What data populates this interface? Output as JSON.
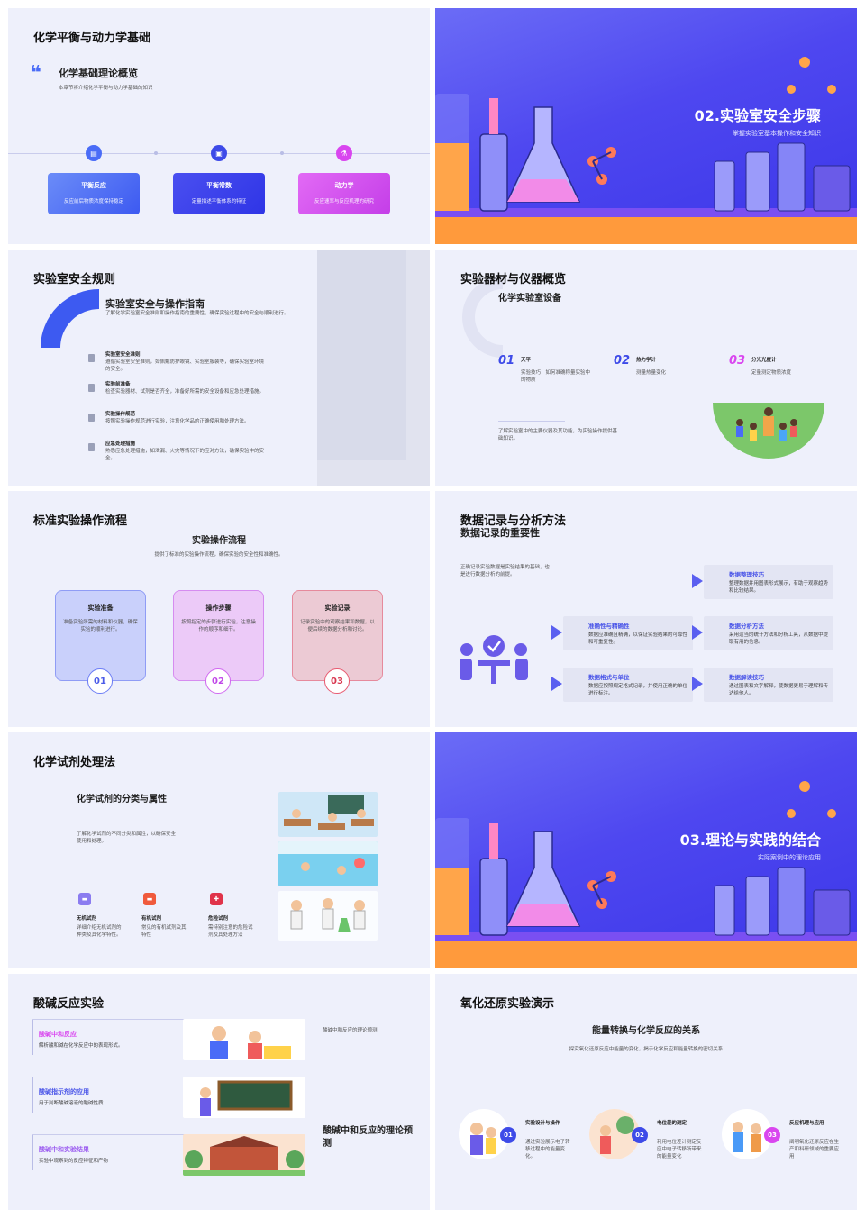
{
  "slide1": {
    "title": "化学平衡与动力学基础",
    "heading": "化学基础理论概览",
    "intro": "本章节将介绍化学平衡与动力学基础的知识",
    "cards": [
      {
        "title": "平衡反应",
        "desc": "反应前后物质浓度保持稳定"
      },
      {
        "title": "平衡常数",
        "desc": "定量描述平衡体系的特征"
      },
      {
        "title": "动力学",
        "desc": "反应速率与反应机理的研究"
      }
    ]
  },
  "slide2": {
    "title": "02.实验室安全步骤",
    "subtitle": "掌握实验室基本操作和安全知识"
  },
  "slide3": {
    "title": "实验室安全规则",
    "heading": "实验室安全与操作指南",
    "intro": "了解化学实验室安全准则和操作指南的重要性，确保实验过程中的安全与顺利进行。",
    "items": [
      {
        "title": "实验室安全准则",
        "desc": "遵循实验室安全准则，如佩戴防护眼镜、实验室服装等，确保实验室环境的安全。"
      },
      {
        "title": "实验前准备",
        "desc": "检查实验器材、试剂是否齐全，准备好所需的安全设备和应急处理措施。"
      },
      {
        "title": "实验操作规范",
        "desc": "按照实验操作规范进行实验，注意化学品的正确使用和处理方法。"
      },
      {
        "title": "应急处理措施",
        "desc": "熟悉应急处理措施，如泄漏、火灾等情况下的应对方法，确保实验中的安全。"
      }
    ]
  },
  "slide4": {
    "title": "实验器材与仪器概览",
    "heading": "化学实验室设备",
    "items": [
      {
        "num": "01",
        "title": "天平",
        "desc": "实验技巧：如何准确称量实验中的物质"
      },
      {
        "num": "02",
        "title": "热力学计",
        "desc": "测量热量变化"
      },
      {
        "num": "03",
        "title": "分光光度计",
        "desc": "定量测定物质浓度"
      }
    ],
    "note": "了解实验室中的主要仪器及其功能，为实验操作提供基础知识。"
  },
  "slide5": {
    "title": "标准实验操作流程",
    "heading": "实验操作流程",
    "intro": "提供了标准的实验操作流程，确保实验的安全性和准确性。",
    "cards": [
      {
        "title": "实验准备",
        "desc": "准备实验所需的材料和仪器，确保实验的顺利进行。",
        "num": "01"
      },
      {
        "title": "操作步骤",
        "desc": "按照指定的步骤进行实验，注意操作的顺序和细节。",
        "num": "02"
      },
      {
        "title": "实验记录",
        "desc": "记录实验中的观察结果和数据，以便后续的数据分析和讨论。",
        "num": "03"
      }
    ]
  },
  "slide6": {
    "title": "数据记录与分析方法",
    "subtitle": "数据记录的重要性",
    "intro": "正确记录实验数据是实验结果的基础，也是进行数据分析的前提。",
    "boxes": [
      {
        "title": "数据整理技巧",
        "desc": "整理数据并用图表形式展示，有助于观察趋势和比较结果。"
      },
      {
        "title": "准确性与精确性",
        "desc": "数据应准确且精确，以保证实验结果的可靠性和可重复性。"
      },
      {
        "title": "数据分析方法",
        "desc": "采用适当的统计方法和分析工具，从数据中提取有用的信息。"
      },
      {
        "title": "数据格式与单位",
        "desc": "数据应按照规定格式记录，并使用正确的单位进行标注。"
      },
      {
        "title": "数据解读技巧",
        "desc": "通过图表和文字解释，使数据更易于理解和传达给他人。"
      }
    ]
  },
  "slide7": {
    "title": "化学试剂处理法",
    "heading": "化学试剂的分类与属性",
    "intro": "了解化学试剂的不同分类和属性，以确保安全使用和处理。",
    "items": [
      {
        "title": "无机试剂",
        "desc": "详细介绍无机试剂的种类及其化学特性。",
        "color": "#8b7cf0"
      },
      {
        "title": "有机试剂",
        "desc": "常见的有机试剂及其特性",
        "color": "#f05a3c"
      },
      {
        "title": "危险试剂",
        "desc": "需特别注意的危险试剂及其处理方法",
        "color": "#e0334a"
      }
    ]
  },
  "slide8": {
    "title": "03.理论与实践的结合",
    "subtitle": "实际案例中的理论应用"
  },
  "slide9": {
    "title": "酸碱反应实验",
    "rows": [
      {
        "title": "酸碱中和反应",
        "desc": "解析酸和碱在化学反应中的表现形式。"
      },
      {
        "title": "酸碱指示剂的应用",
        "desc": "用于判断酸碱溶液的酸碱性质"
      },
      {
        "title": "酸碱中和实验结果",
        "desc": "实验中观察到的反应特征和产物"
      }
    ],
    "note1": "酸碱中和反应的理论预测",
    "note2": "酸碱中和反应的理论预测"
  },
  "slide10": {
    "title": "氧化还原实验演示",
    "heading": "能量转换与化学反应的关系",
    "intro": "探究氧化还原反应中能量的变化，揭示化学反应和能量转换的密切关系",
    "items": [
      {
        "num": "01",
        "title": "实验设计与操作",
        "desc": "通过实验展示电子转移过程中的能量变化。"
      },
      {
        "num": "02",
        "title": "电位差的测定",
        "desc": "利用电位差计测定反应中电子转移所带来的能量变化"
      },
      {
        "num": "03",
        "title": "反应机理与应用",
        "desc": "阐明氧化还原反应在生产和科研领域的重要应用"
      }
    ]
  },
  "colors": {
    "accent": "#3d5af1",
    "bg": "#eef0fb",
    "magenta": "#d946ef",
    "purple": "#6b4cf0"
  }
}
